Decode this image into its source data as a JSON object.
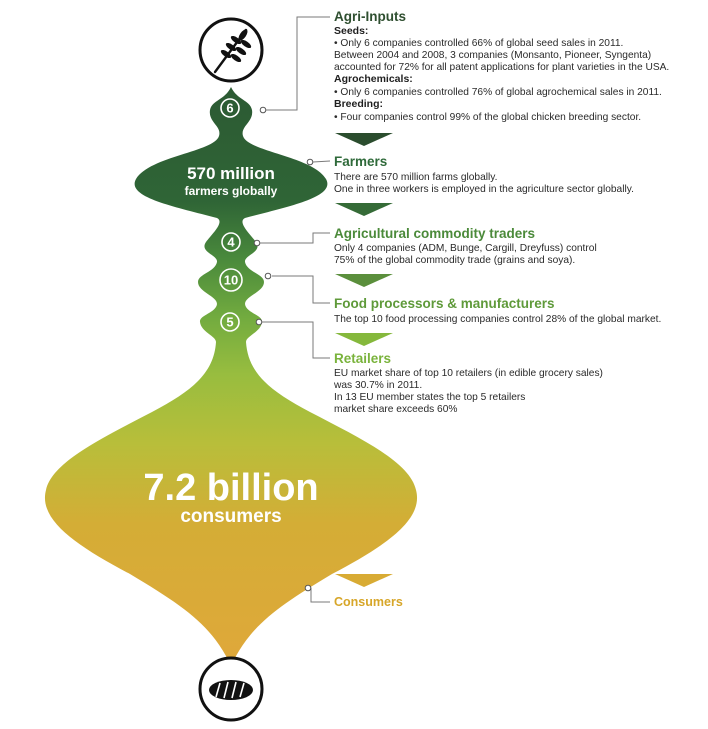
{
  "colors": {
    "dark_green": "#2e5d34",
    "mid_green": "#4f8a3c",
    "light_green": "#7fb43e",
    "lime": "#a9c23f",
    "gold": "#cfa835",
    "orange_gold": "#dfa83a",
    "consumer_text": "#d7a629"
  },
  "icons": {
    "top": "wheat-icon",
    "bottom": "bread-icon"
  },
  "funnel": {
    "agri_count": "6",
    "farmers_big": "570 million",
    "farmers_small": "farmers globally",
    "traders_count": "4",
    "processors_count": "10",
    "retailers_count": "5",
    "consumers_big": "7.2 billion",
    "consumers_small": "consumers"
  },
  "stages": {
    "agri_inputs": {
      "title": "Agri-Inputs",
      "seeds_head": "Seeds:",
      "seeds_lines": [
        "• Only 6 companies controlled 66% of global seed sales in 2011.",
        "Between 2004 and 2008, 3 companies (Monsanto, Pioneer, Syngenta)",
        "accounted for 72% for all patent applications for plant varieties in the USA."
      ],
      "agro_head": "Agrochemicals:",
      "agro_line": "• Only 6 companies controlled 76% of global agrochemical sales in 2011.",
      "breeding_head": "Breeding:",
      "breeding_line": "• Four companies control 99% of the global chicken breeding sector."
    },
    "farmers": {
      "title": "Farmers",
      "lines": [
        "There are 570 million farms globally.",
        "One in three workers is employed in the agriculture sector globally."
      ]
    },
    "traders": {
      "title": "Agricultural commodity traders",
      "lines": [
        "Only 4 companies (ADM, Bunge, Cargill, Dreyfuss) control",
        "75% of the global commodity trade (grains and soya)."
      ]
    },
    "processors": {
      "title": "Food processors & manufacturers",
      "lines": [
        "The top 10 food processing companies control 28% of the global market."
      ]
    },
    "retailers": {
      "title": "Retailers",
      "lines": [
        "EU market share of top 10 retailers (in edible grocery sales)",
        "was 30.7% in 2011.",
        "In 13 EU member states the top 5 retailers",
        "market share exceeds 60%"
      ]
    },
    "consumers": {
      "title": "Consumers"
    }
  }
}
